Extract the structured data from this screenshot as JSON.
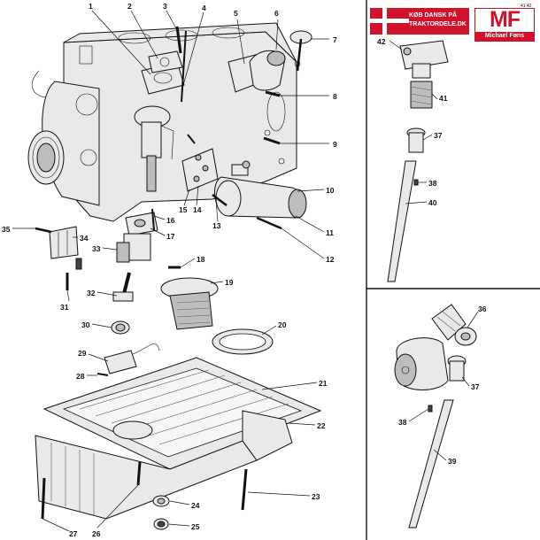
{
  "brand": {
    "banner_line1": "KØB DANSK PÅ",
    "banner_line2": "TRAKTORDELE.DK",
    "logo_mark": "MF",
    "logo_name": "Michael Føns",
    "flag_colors": {
      "red": "#d0122b",
      "white": "#ffffff"
    }
  },
  "corner_label": "41 42",
  "labels": {
    "n1": "1",
    "n2": "2",
    "n3": "3",
    "n4": "4",
    "n5": "5",
    "n6": "6",
    "n7": "7",
    "n8": "8",
    "n9": "9",
    "n10": "10",
    "n11": "11",
    "n12": "12",
    "n13": "13",
    "n14": "14",
    "n15": "15",
    "n16": "16",
    "n17": "17",
    "n18": "18",
    "n19": "19",
    "n20": "20",
    "n21": "21",
    "n22": "22",
    "n23": "23",
    "n24": "24",
    "n25": "25",
    "n26": "26",
    "n27": "27",
    "n28": "28",
    "n29": "29",
    "n30": "30",
    "n31": "31",
    "n32": "32",
    "n33": "33",
    "n34": "34",
    "n35": "35",
    "n36": "36",
    "n37a": "37",
    "n37b": "37",
    "n38a": "38",
    "n38b": "38",
    "n39": "39",
    "n40": "40",
    "n41": "41",
    "n42": "42"
  }
}
